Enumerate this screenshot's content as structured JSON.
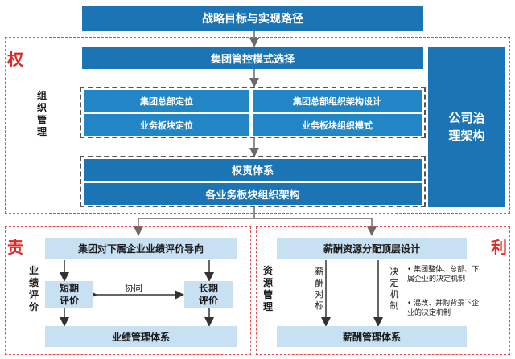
{
  "top": {
    "title": "战略目标与实现路径"
  },
  "quan": {
    "label": "权",
    "side_label": "组织管理",
    "group_mode": "集团管控模式选择",
    "grid": {
      "hq_position": "集团总部定位",
      "hq_structure": "集团总部组织架构设计",
      "biz_position": "业务板块定位",
      "biz_structure": "业务板块组织模式"
    },
    "power_system": "权责体系",
    "biz_org": "各业务板块组织架构",
    "governance": "公司治理架构"
  },
  "ze": {
    "label": "责",
    "side_label": "业绩评价",
    "guide": "集团对下属企业业绩评价导向",
    "short_term": "短期评价",
    "long_term": "长期评价",
    "cooperate": "协同",
    "system": "业绩管理体系"
  },
  "li": {
    "label": "利",
    "side_label": "资源管理",
    "design": "薪酬资源分配顶层设计",
    "salary_benchmark": "薪酬对标",
    "decision_mech": "决定机制",
    "note1": "集团整体、总部、下属企业的决定机制",
    "note2": "混改、并购背景下企业的决定机制",
    "system": "薪酬管理体系"
  },
  "colors": {
    "dark_blue": "#1b74b4",
    "light_blue": "#c7e0f2",
    "red": "#e02828"
  }
}
